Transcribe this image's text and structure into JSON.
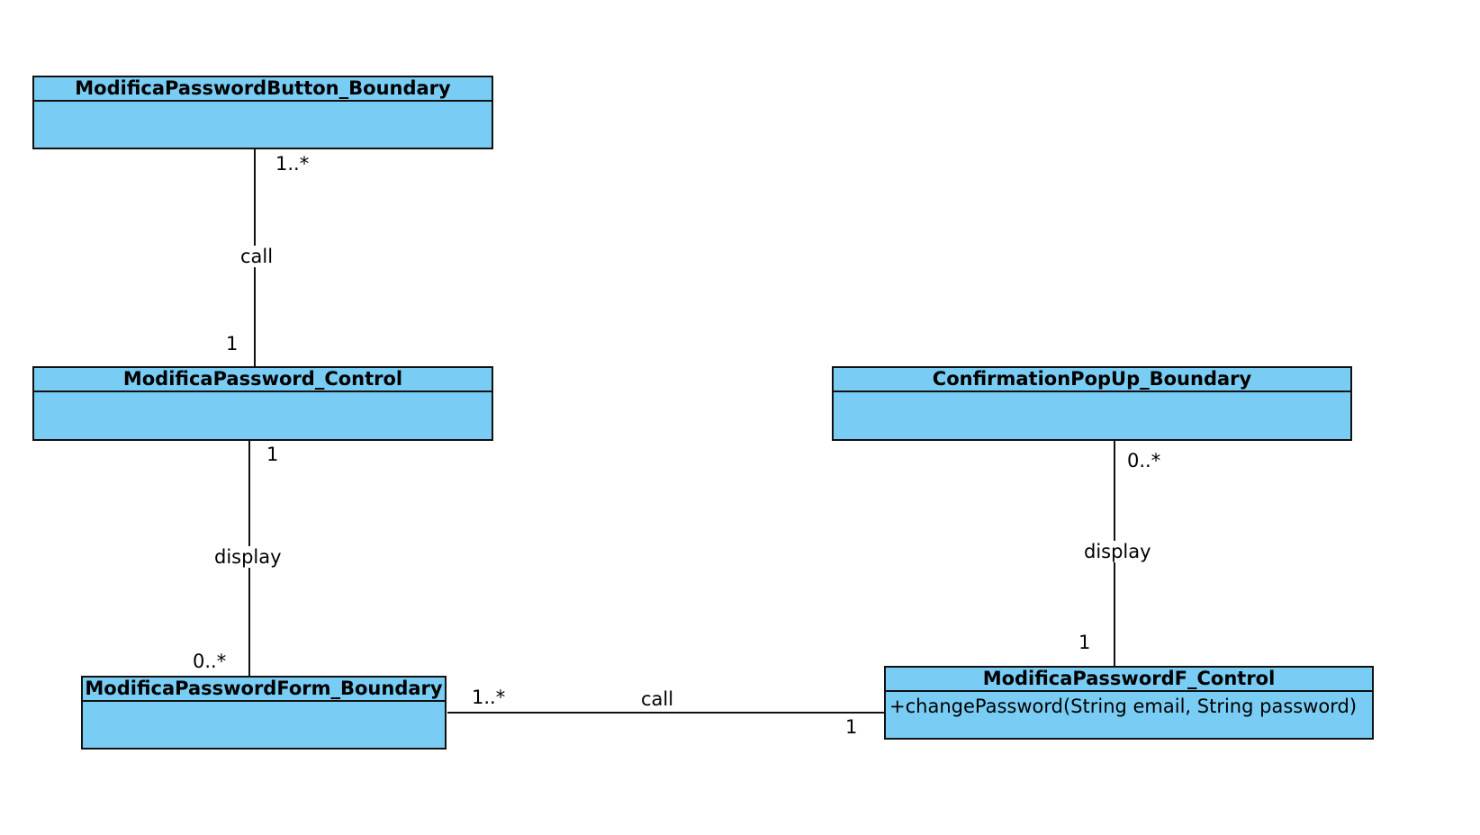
{
  "classes": {
    "button_boundary": {
      "name": "ModificaPasswordButton_Boundary",
      "operations": []
    },
    "modifica_control": {
      "name": "ModificaPassword_Control",
      "operations": []
    },
    "confirmation_boundary": {
      "name": "ConfirmationPopUp_Boundary",
      "operations": []
    },
    "form_boundary": {
      "name": "ModificaPasswordForm_Boundary",
      "operations": []
    },
    "f_control": {
      "name": "ModificaPasswordF_Control",
      "operations": [
        "+changePassword(String email, String password)"
      ]
    }
  },
  "associations": {
    "button_to_control": {
      "name": "call",
      "source_multiplicity": "1..*",
      "target_multiplicity": "1"
    },
    "control_to_form": {
      "name": "display",
      "source_multiplicity": "1",
      "target_multiplicity": "0..*"
    },
    "confirmation_to_fcontrol": {
      "name": "display",
      "source_multiplicity": "0..*",
      "target_multiplicity": "1"
    },
    "form_to_fcontrol": {
      "name": "call",
      "source_multiplicity": "1..*",
      "target_multiplicity": "1"
    }
  },
  "colors": {
    "class_fill": "#79cdf4",
    "line": "#111111",
    "background": "#ffffff"
  }
}
